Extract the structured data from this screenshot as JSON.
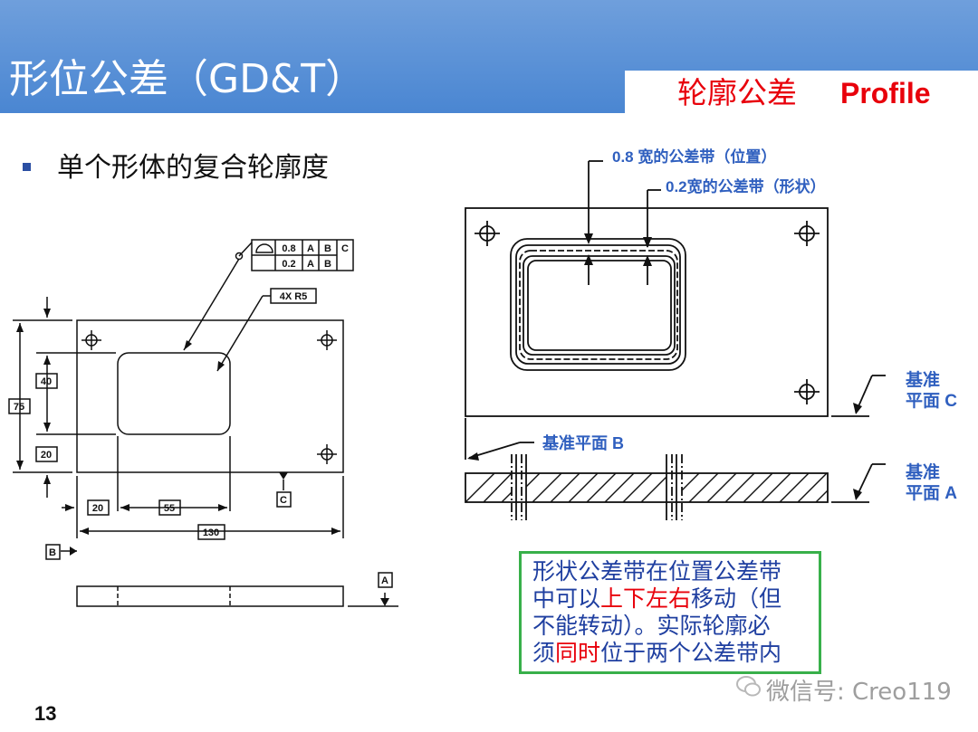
{
  "header": {
    "title": "形位公差（GD&T）",
    "subtitle_cn": "轮廓公差",
    "subtitle_en": "Profile",
    "bg_color": "#4a86d2",
    "subtitle_color": "#e8000b"
  },
  "bullet": {
    "text": "单个形体的复合轮廓度"
  },
  "left_drawing": {
    "fcf_row1": [
      "0.8",
      "A",
      "B",
      "C"
    ],
    "fcf_row2": [
      "0.2",
      "A",
      "B"
    ],
    "radius_note": "4X R5",
    "dim_40": "40",
    "dim_75": "75",
    "dim_20_v": "20",
    "dim_20_h": "20",
    "dim_55": "55",
    "dim_130": "130",
    "datum_a": "A",
    "datum_b": "B",
    "datum_c": "C"
  },
  "right_drawing": {
    "label_08": "0.8 宽的公差带（位置）",
    "label_02": "0.2宽的公差带（形状）",
    "datum_c_line1": "基准",
    "datum_c_line2": "平面 C",
    "datum_b_label": "基准平面 B",
    "datum_a_line1": "基准",
    "datum_a_line2": "平面 A",
    "label_color": "#2f5fbf"
  },
  "note": {
    "line1": "形状公差带在位置公差带",
    "line2_pre": "中可以",
    "line2_red": "上下左右",
    "line2_post": "移动（但",
    "line3": "不能转动）。实际轮廓必",
    "line4_pre": "须",
    "line4_red": "同时",
    "line4_post": "位于两个公差带内",
    "border_color": "#38b04a"
  },
  "page_number": "13",
  "watermark": "微信号: Creo119"
}
